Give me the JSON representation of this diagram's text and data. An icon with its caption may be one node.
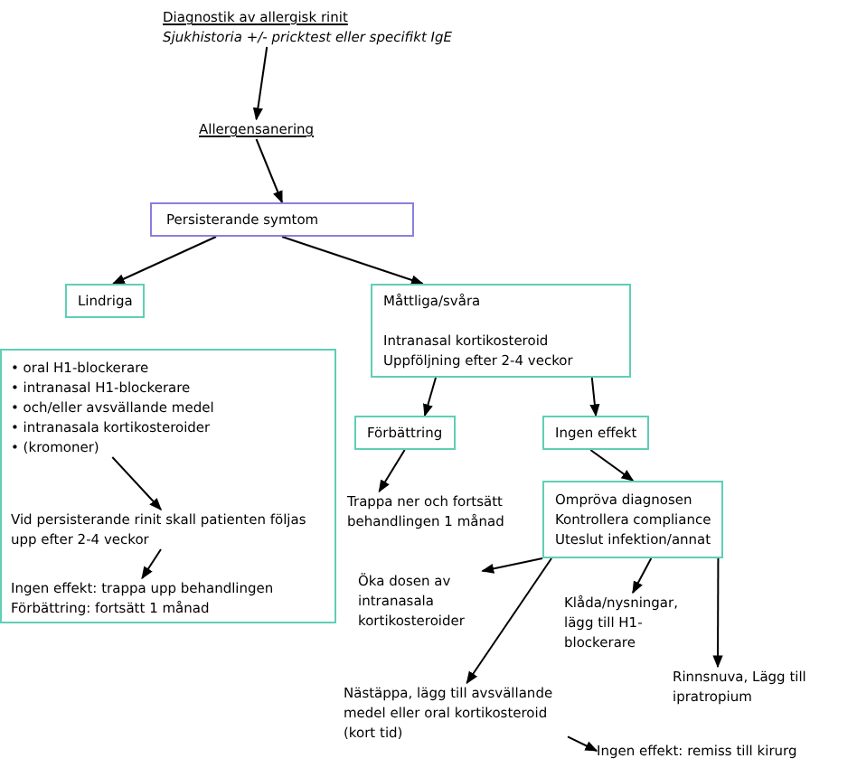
{
  "diagram": {
    "nodes": [
      {
        "text": [
          "Diagnostik av allergisk rinit",
          "Sjukhistoria +/- pricktest eller specifikt IgE"
        ]
      },
      {
        "text": [
          "Allergensanering"
        ]
      },
      {
        "text": [
          "Persisterande symtom"
        ]
      },
      {
        "text": [
          "Lindriga"
        ]
      },
      {
        "text": [
          "Måttliga/svåra",
          "Intranasal kortikosteroid Uppföljning efter 2-4 veckor"
        ]
      },
      {
        "text": [],
        "shape": "box"
      },
      {
        "text": [
          "• oral H1-blockerare",
          "• intranasal H1-blockerare",
          "• och/eller avsvällande medel",
          "• intranasala kortikosteroider",
          "• (kromoner)"
        ],
        "in": 5
      },
      {
        "text": [
          "Vid persisterande rinit skall patienten följas upp efter 2-4 veckor"
        ],
        "in": 5
      },
      {
        "text": [
          "Ingen effekt: trappa upp behandlingen",
          "Förbättring: fortsätt 1 månad"
        ],
        "in": 5
      },
      {
        "text": [
          "Förbättring"
        ]
      },
      {
        "text": [
          "Ingen effekt"
        ]
      },
      {
        "text": [
          "Trappa ner och fortsätt behandlingen 1 månad"
        ]
      },
      {
        "text": [
          "Ompröva diagnosen",
          "Kontrollera compliance",
          "Uteslut infektion/annat"
        ]
      },
      {
        "text": [
          "Öka dosen av intranasala kortikosteroider"
        ]
      },
      {
        "text": [
          "Klåda/nysningar, lägg till H1-blockerare"
        ]
      },
      {
        "text": [
          "Rinnsnuva, Lägg till ipratropium"
        ]
      },
      {
        "text": [
          "Nästäppa, lägg till avsvällande medel eller oral kortikosteroid (kort tid)"
        ]
      },
      {
        "text": [
          "Ingen effekt: remiss till kirurg"
        ]
      }
    ],
    "edges": [
      {
        "from": 0,
        "to": 1,
        "arrow": "to"
      },
      {
        "from": 1,
        "to": 2,
        "arrow": "to"
      },
      {
        "from": 2,
        "to": 3,
        "arrow": "to"
      },
      {
        "from": 2,
        "to": 4,
        "arrow": "to"
      },
      {
        "from": 6,
        "to": 7,
        "arrow": "to"
      },
      {
        "from": 7,
        "to": 8,
        "arrow": "to"
      },
      {
        "from": 4,
        "to": 9,
        "arrow": "to"
      },
      {
        "from": 4,
        "to": 10,
        "arrow": "to"
      },
      {
        "from": 9,
        "to": 11,
        "arrow": "to"
      },
      {
        "from": 10,
        "to": 12,
        "arrow": "to"
      },
      {
        "from": 12,
        "to": 13,
        "arrow": "to"
      },
      {
        "from": 12,
        "to": 16,
        "arrow": "to"
      },
      {
        "from": 12,
        "to": 14,
        "arrow": "to"
      },
      {
        "from": 12,
        "to": 15,
        "arrow": "to"
      },
      {
        "from": 16,
        "to": 17,
        "arrow": "to"
      }
    ]
  }
}
